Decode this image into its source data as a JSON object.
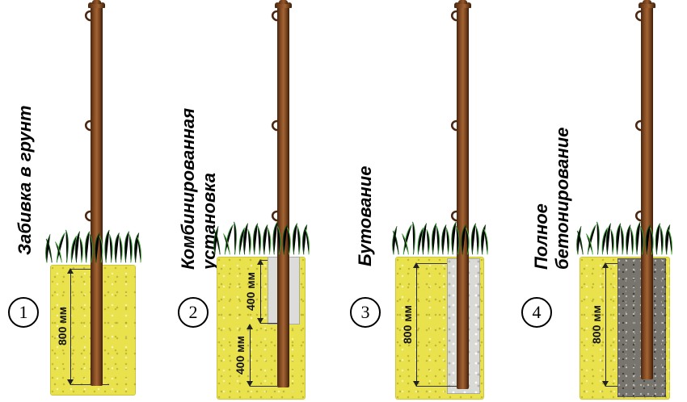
{
  "panels": [
    {
      "number": "1",
      "label": "Забивка в грунт",
      "measurements": [
        "800 мм"
      ]
    },
    {
      "number": "2",
      "label": "Комбинированная\nустановка",
      "measurements": [
        "400 мм",
        "400 мм"
      ]
    },
    {
      "number": "3",
      "label": "Бутование",
      "measurements": [
        "800 мм"
      ]
    },
    {
      "number": "4",
      "label": "Полное бетонирование",
      "measurements": [
        "800 мм"
      ]
    }
  ],
  "colors": {
    "soil": "#e9e24d",
    "post": "#8a4f26",
    "concrete_light": "#dcdcda",
    "gravel": "#d9d9d5",
    "concrete_dark": "#78756f",
    "grass": "#2f9a2f",
    "background": "#ffffff"
  }
}
